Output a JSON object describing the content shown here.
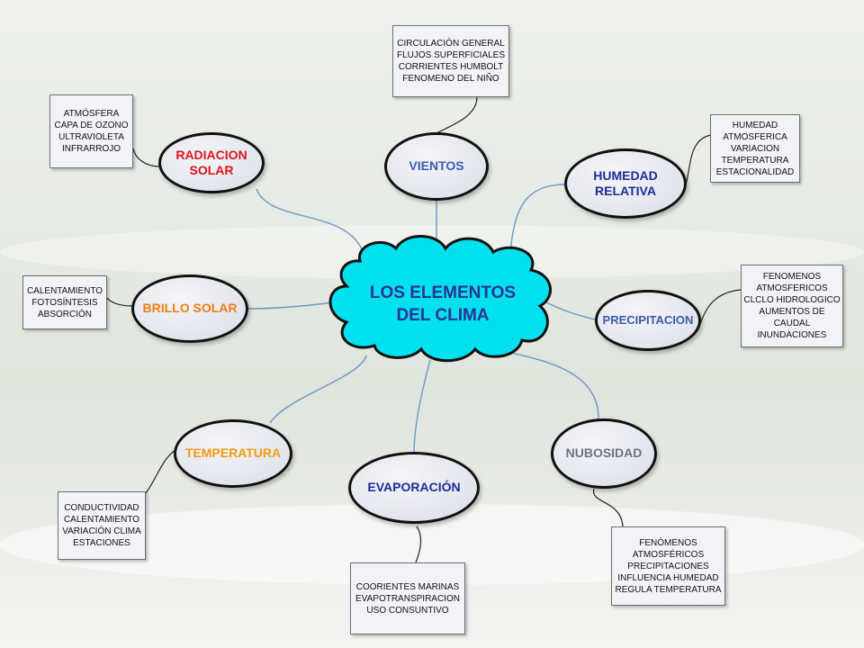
{
  "center": {
    "label": "LOS ELEMENTOS\nDEL CLIMA",
    "fill": "#00e0ee",
    "text_color": "#2a3390"
  },
  "nodes": {
    "radiacion": {
      "label": "RADIACION\nSOLAR",
      "color": "#e0141e"
    },
    "vientos": {
      "label": "VIENTOS",
      "color": "#3a5bb0"
    },
    "humedad": {
      "label": "HUMEDAD\nRELATIVA",
      "color": "#1c2a9a"
    },
    "brillo": {
      "label": "BRILLO SOLAR",
      "color": "#ef7d13"
    },
    "precipitacion": {
      "label": "PRECIPITACION",
      "color": "#3a5bb0"
    },
    "temperatura": {
      "label": "TEMPERATURA",
      "color": "#ef9a14"
    },
    "evaporacion": {
      "label": "EVAPORACIÓN",
      "color": "#1c2a9a"
    },
    "nubosidad": {
      "label": "NUBOSIDAD",
      "color": "#6f7182"
    }
  },
  "boxes": {
    "radiacion": [
      "ATMÓSFERA",
      "CAPA DE OZONO",
      "ULTRAVIOLETA",
      "INFRARROJO"
    ],
    "vientos": [
      "CIRCULACIÓN GENERAL",
      "FLUJOS SUPERFICIALES",
      "CORRIENTES HUMBOLT",
      "FENOMENO DEL NIÑO"
    ],
    "humedad": [
      "HUMEDAD",
      "ATMOSFERICA",
      "VARIACION",
      "TEMPERATURA",
      "ESTACIONALIDAD"
    ],
    "brillo": [
      "CALENTAMIENTO",
      "FOTOSÍNTESIS",
      "ABSORCIÓN"
    ],
    "precipitacion": [
      "FENOMENOS",
      "ATMOSFERICOS",
      "CLCLO HIDROLOGICO",
      "AUMENTOS DE CAUDAL",
      "INUNDACIONES"
    ],
    "temperatura": [
      "CONDUCTIVIDAD",
      "CALENTAMIENTO",
      "VARIACIÓN CLIMA",
      "ESTACIONES"
    ],
    "evaporacion": [
      "COORIENTES MARINAS",
      "EVAPOTRANSPIRACION",
      "USO CONSUNTIVO"
    ],
    "nubosidad": [
      "FENÓMENOS",
      "ATMOSFÉRICOS",
      "PRECIPITACIONES",
      "INFLUENCIA HUMEDAD",
      "REGULA TEMPERATURA"
    ]
  },
  "colors": {
    "connector_blue": "#6f96c8",
    "connector_dark": "#222222"
  }
}
